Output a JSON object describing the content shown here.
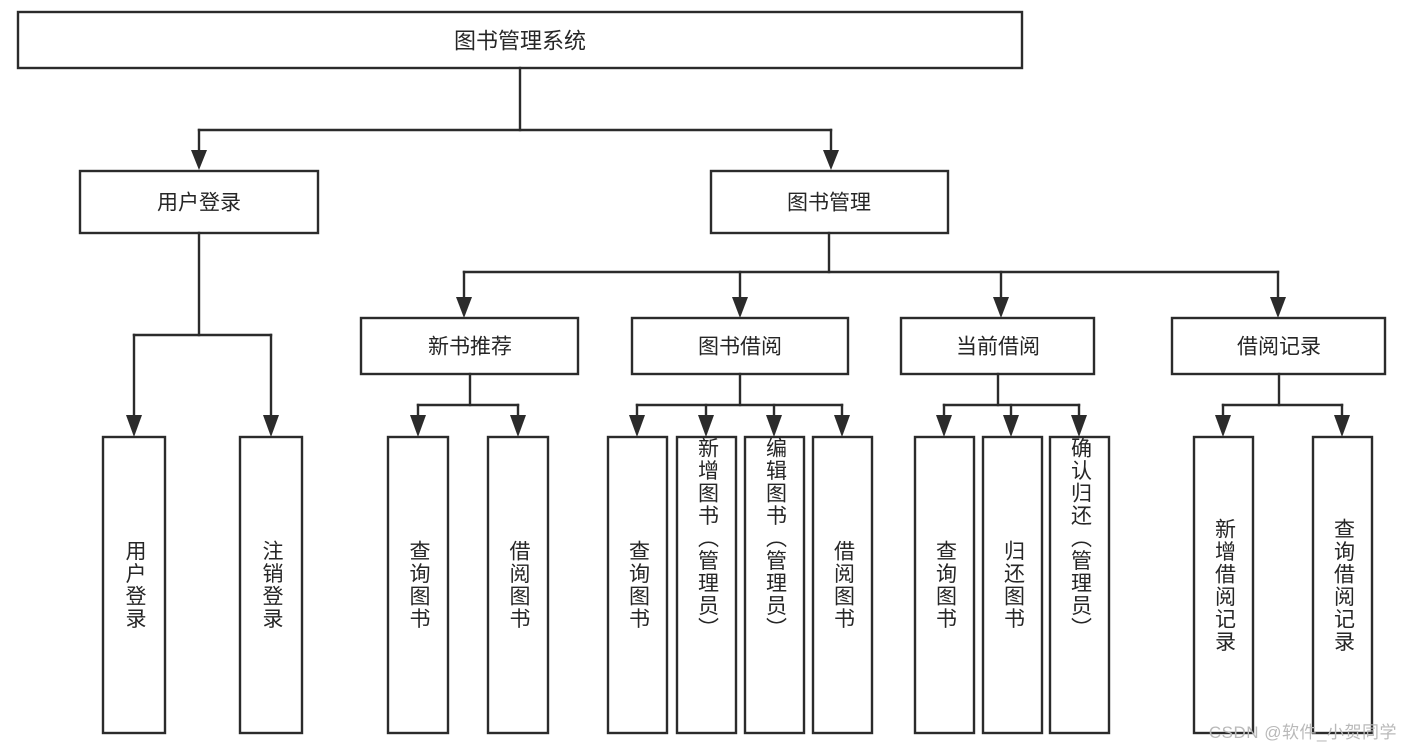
{
  "diagram": {
    "type": "hierarchy-tree",
    "title": "图书管理系统",
    "watermark": "CSDN @软件_小贺同学",
    "colors": {
      "box_fill": "#ffffff",
      "box_stroke": "#2b2b2b",
      "text": "#262626",
      "background": "#ffffff",
      "watermark": "#b9b9b9"
    },
    "levels": {
      "root": {
        "label": "图书管理系统"
      },
      "level2": [
        {
          "label": "用户登录"
        },
        {
          "label": "图书管理"
        }
      ],
      "level3": [
        {
          "label": "新书推荐"
        },
        {
          "label": "图书借阅"
        },
        {
          "label": "当前借阅"
        },
        {
          "label": "借阅记录"
        }
      ]
    },
    "leaves": {
      "user_login": [
        {
          "label": "用户登录"
        },
        {
          "label": "注销登录"
        }
      ],
      "new_book_recommend": [
        {
          "label": "查询图书"
        },
        {
          "label": "借阅图书"
        }
      ],
      "book_borrow": [
        {
          "label": "查询图书"
        },
        {
          "label": "新增图书（管理员）"
        },
        {
          "label": "编辑图书（管理员）"
        },
        {
          "label": "借阅图书"
        }
      ],
      "current_borrow": [
        {
          "label": "查询图书"
        },
        {
          "label": "归还图书"
        },
        {
          "label": "确认归还（管理员）"
        }
      ],
      "borrow_record": [
        {
          "label": "新增借阅记录"
        },
        {
          "label": "查询借阅记录"
        }
      ]
    }
  }
}
